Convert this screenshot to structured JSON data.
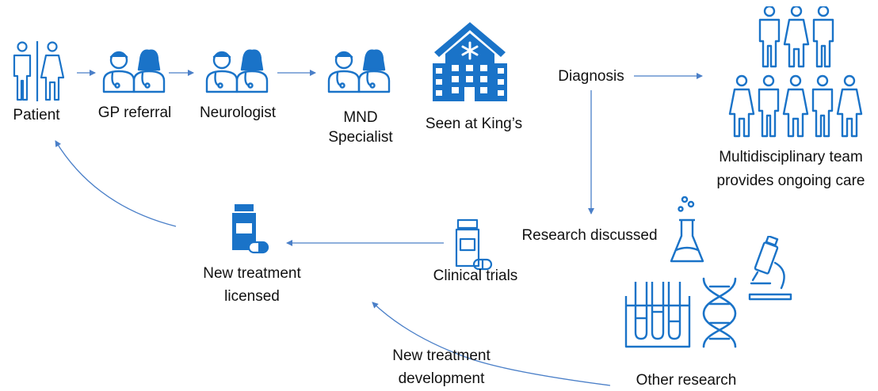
{
  "colors": {
    "icon_blue": "#1a73c8",
    "arrow_blue": "#4a7fc8",
    "text": "#111111"
  },
  "nodes": {
    "patient": {
      "label": "Patient",
      "icon": "patient-pair-icon"
    },
    "gp_referral": {
      "label": "GP referral",
      "icon": "doctors-pair-icon"
    },
    "neurologist": {
      "label": "Neurologist",
      "icon": "doctors-pair-icon"
    },
    "mnd_specialist": {
      "line1": "MND",
      "line2": "Specialist",
      "icon": "doctors-pair-icon"
    },
    "kings": {
      "label": "Seen at King’s",
      "icon": "hospital-icon"
    },
    "diagnosis": {
      "label": "Diagnosis"
    },
    "mdt": {
      "line1": "Multidisciplinary team",
      "line2": "provides ongoing care",
      "icon": "people-group-icon"
    },
    "research_discussed": {
      "label": "Research discussed",
      "icon": "flask-icon"
    },
    "clinical_trials": {
      "label": "Clinical trials",
      "icon": "medicine-bottle-outline-icon"
    },
    "new_treatment_licensed": {
      "line1": "New treatment",
      "line2": "licensed",
      "icon": "medicine-bottle-icon"
    },
    "new_treatment_development": {
      "line1": "New treatment",
      "line2": "development"
    },
    "other_research": {
      "label": "Other research",
      "icons": [
        "test-tubes-icon",
        "dna-icon",
        "microscope-icon"
      ]
    }
  }
}
